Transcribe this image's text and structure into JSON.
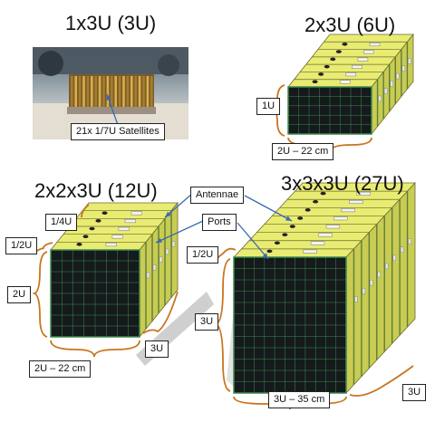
{
  "titles": {
    "t1": "1x3U (3U)",
    "t2": "2x3U (6U)",
    "t3": "2x2x3U (12U)",
    "t4": "3x3x3U (27U)"
  },
  "labels": {
    "satellites": "21x 1/7U Satellites",
    "six_1u": "1U",
    "six_2u": "2U – 22 cm",
    "antennae": "Antennae",
    "ports": "Ports",
    "twelve_14u": "1/4U",
    "twelve_12u": "1/2U",
    "twelve_2u": "2U",
    "twelve_3u": "3U",
    "twelve_width": "2U – 22 cm",
    "big_12u": "1/2U",
    "big_3u_left": "3U",
    "big_width": "3U – 35 cm",
    "big_3u_right": "3U"
  },
  "colors": {
    "panel_yellow": "#e9ec72",
    "panel_shade": "#c9cc52",
    "solar_black": "#151a1c",
    "grid_green": "#3f8a4c",
    "brace": "#c8751e",
    "arrow": "#3a6ab0"
  }
}
